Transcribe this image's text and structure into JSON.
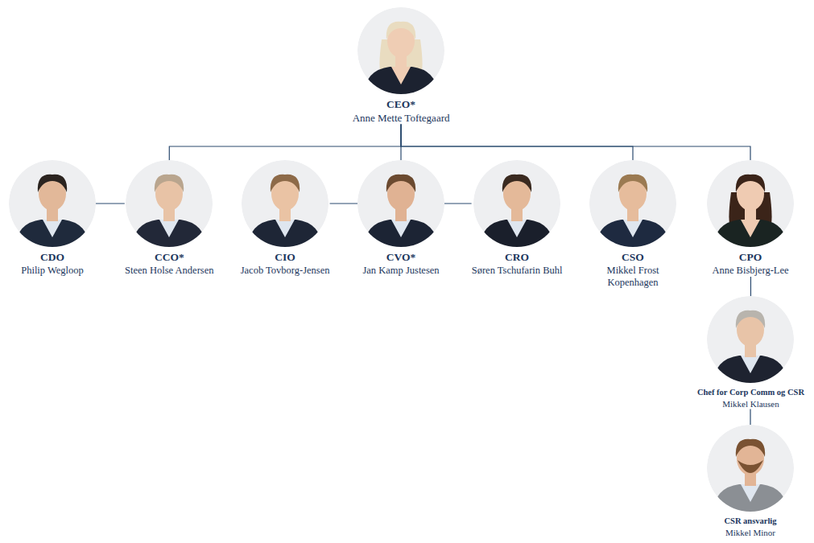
{
  "diagram": {
    "nodes": [
      {
        "text": [
          "CEO*",
          "Anne Mette Toftegaard"
        ]
      },
      {
        "text": [
          "CDO",
          "Philip Wegloop"
        ]
      },
      {
        "text": [
          "CCO*",
          "Steen Holse Andersen"
        ]
      },
      {
        "text": [
          "CIO",
          "Jacob Tovborg-Jensen"
        ]
      },
      {
        "text": [
          "CVO*",
          "Jan Kamp Justesen"
        ]
      },
      {
        "text": [
          "CRO",
          "Søren Tschufarin Buhl"
        ]
      },
      {
        "text": [
          "CSO",
          "Mikkel Frost Kopenhagen"
        ]
      },
      {
        "text": [
          "CPO",
          "Anne Bisbjerg-Lee"
        ]
      },
      {
        "text": [
          "Chef for Corp Comm og CSR",
          "Mikkel Klausen"
        ]
      },
      {
        "text": [
          "CSR ansvarlig",
          "Mikkel Minor"
        ]
      }
    ],
    "edges": [
      {
        "from": 0,
        "to": 2,
        "arrow": "none"
      },
      {
        "from": 0,
        "to": 4,
        "arrow": "none"
      },
      {
        "from": 0,
        "to": 6,
        "arrow": "none"
      },
      {
        "from": 0,
        "to": 7,
        "arrow": "none"
      },
      {
        "from": 2,
        "to": 1,
        "arrow": "none"
      },
      {
        "from": 4,
        "to": 3,
        "arrow": "none"
      },
      {
        "from": 4,
        "to": 5,
        "arrow": "none"
      },
      {
        "from": 7,
        "to": 8,
        "arrow": "none"
      },
      {
        "from": 8,
        "to": 9,
        "arrow": "none"
      }
    ]
  }
}
